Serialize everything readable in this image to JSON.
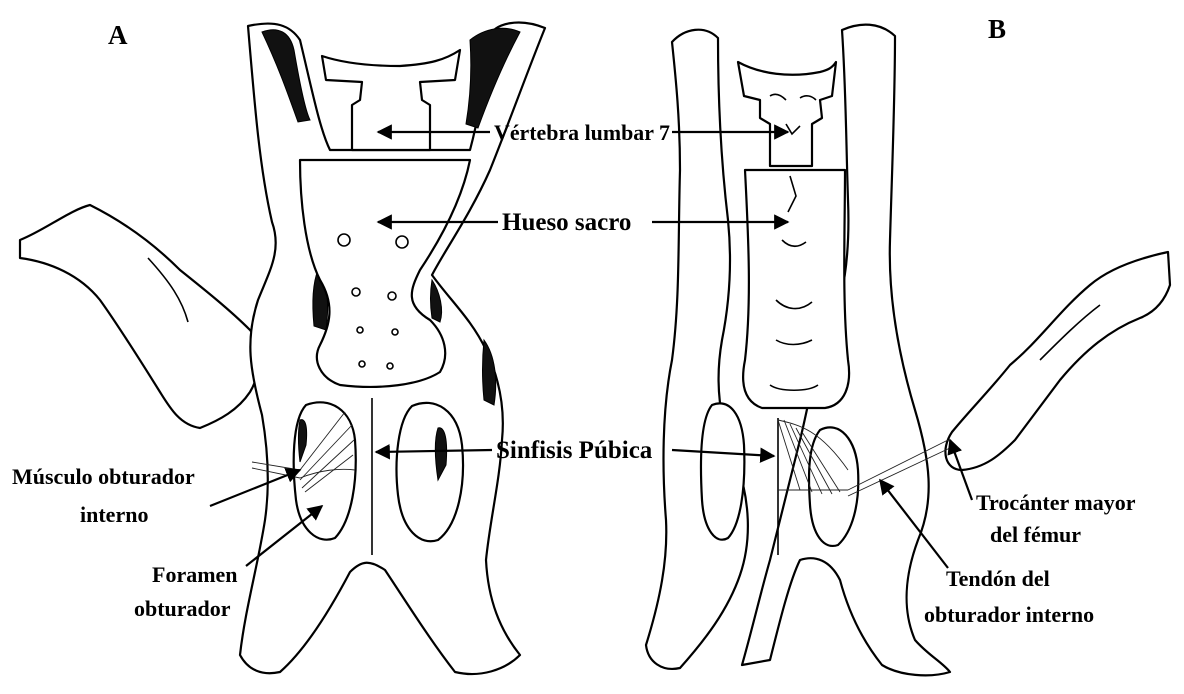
{
  "panels": {
    "a": "A",
    "b": "B"
  },
  "labels": {
    "vertebra": "Vértebra lumbar 7",
    "sacro": "Hueso sacro",
    "sinfisis": "Sinfisis Púbica",
    "musculo_line1": "Músculo obturador",
    "musculo_line2": "interno",
    "foramen_line1": "Foramen",
    "foramen_line2": "obturador",
    "trocanter_line1": "Trocánter mayor",
    "trocanter_line2": "del fémur",
    "tendon_line1": "Tendón del",
    "tendon_line2": "obturador interno"
  }
}
